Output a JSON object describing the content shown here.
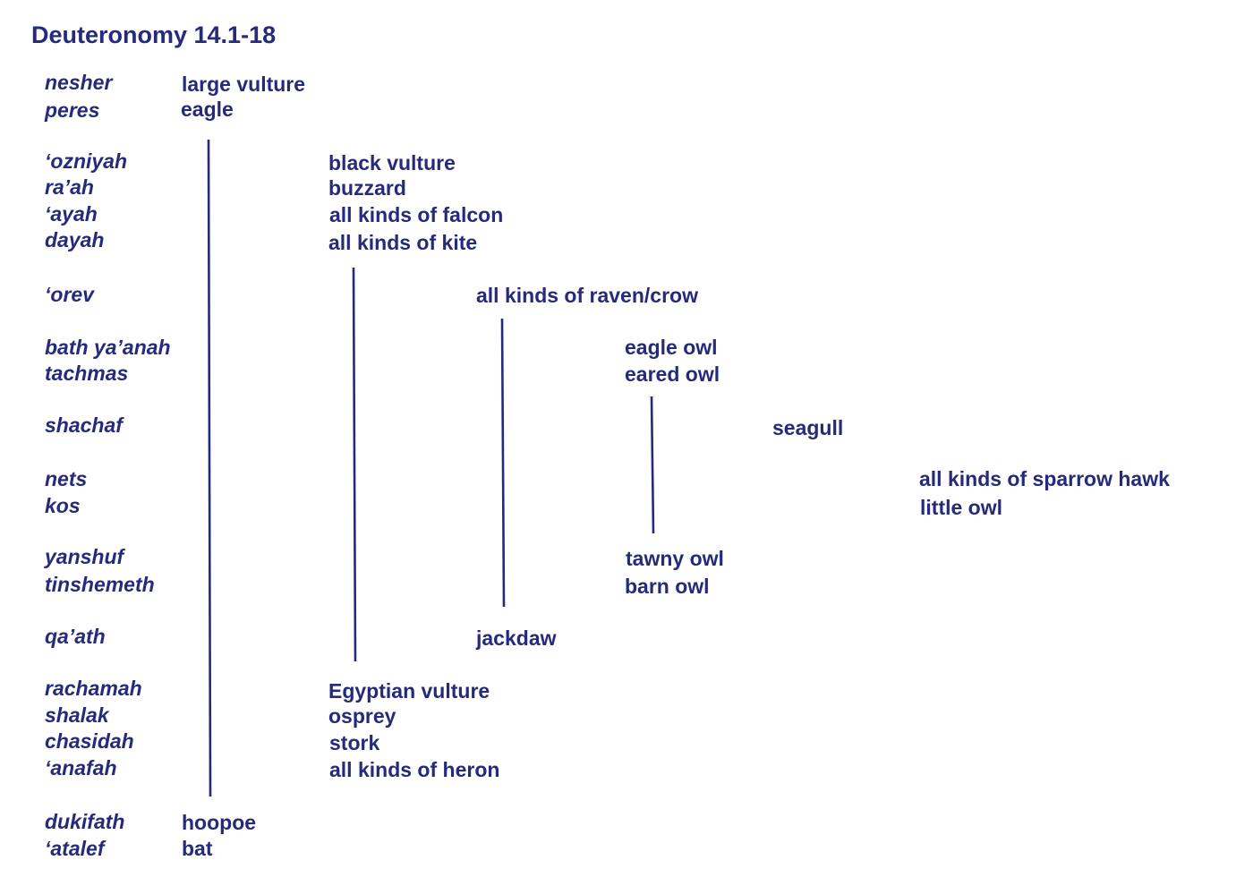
{
  "title": "Deuteronomy 14.1-18",
  "hebrew_terms": [
    "nesher",
    "peres",
    "‘ozniyah",
    "ra’ah",
    "‘ayah",
    "dayah",
    "‘orev",
    "bath ya’anah",
    "tachmas",
    "shachaf",
    "nets",
    "kos",
    "yanshuf",
    "tinshemeth",
    "qa’ath",
    "rachamah",
    "shalak",
    "chasidah",
    "‘anafah",
    "dukifath",
    "‘atalef"
  ],
  "english_terms": [
    "large vulture",
    "eagle",
    "black vulture",
    "buzzard",
    "all kinds of falcon",
    "all kinds of kite",
    "all kinds of raven/crow",
    "eagle owl",
    "eared owl",
    "seagull",
    "all kinds of sparrow hawk",
    "little owl",
    "tawny owl",
    "barn owl",
    "jackdaw",
    "Egyptian vulture",
    "osprey",
    "stork",
    "all kinds of heron",
    "hoopoe",
    "bat"
  ],
  "colors": {
    "text": "#262a7a",
    "line": "#262a7a",
    "background": "#ffffff"
  }
}
